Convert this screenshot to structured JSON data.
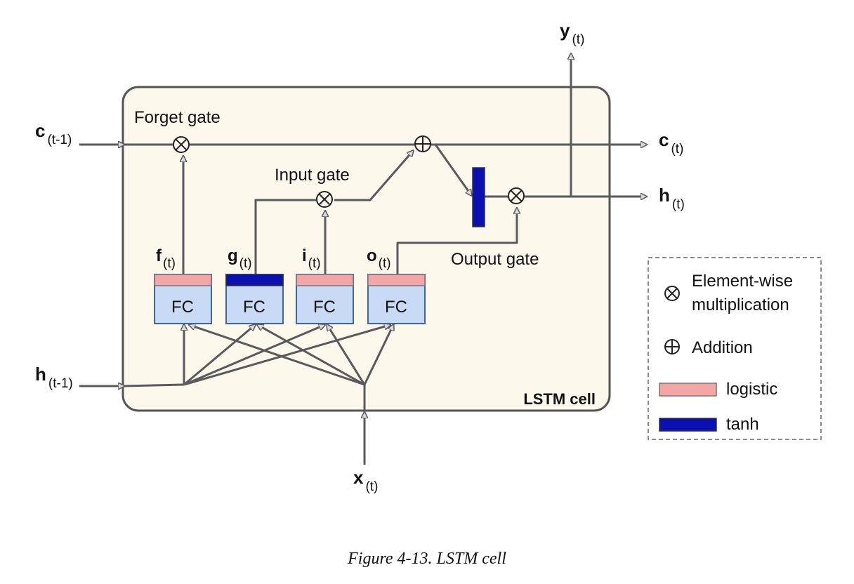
{
  "colors": {
    "cell_fill": "#fcf8ec",
    "cell_border": "#555555",
    "wire": "#5a5a5a",
    "fc_fill": "#c9daf5",
    "fc_border": "#3a64b4",
    "logistic": "#f4a5a5",
    "tanh": "#0b10b0"
  },
  "cell": {
    "label": "LSTM cell"
  },
  "gates": {
    "forget": "Forget gate",
    "input": "Input gate",
    "output": "Output gate"
  },
  "fc_label": "FC",
  "fc_units": [
    {
      "name": "f",
      "sub": "(t)",
      "activation": "logistic"
    },
    {
      "name": "g",
      "sub": "(t)",
      "activation": "tanh"
    },
    {
      "name": "i",
      "sub": "(t)",
      "activation": "logistic"
    },
    {
      "name": "o",
      "sub": "(t)",
      "activation": "logistic"
    }
  ],
  "io": {
    "c_prev": {
      "main": "c",
      "sub": "(t-1)"
    },
    "h_prev": {
      "main": "h",
      "sub": "(t-1)"
    },
    "x": {
      "main": "x",
      "sub": "(t)"
    },
    "y": {
      "main": "y",
      "sub": "(t)"
    },
    "c_out": {
      "main": "c",
      "sub": "(t)"
    },
    "h_out": {
      "main": "h",
      "sub": "(t)"
    }
  },
  "legend": {
    "multiply_line1": "Element-wise",
    "multiply_line2": "multiplication",
    "add": "Addition",
    "logistic": "logistic",
    "tanh": "tanh"
  },
  "caption": "Figure 4-13. LSTM cell"
}
